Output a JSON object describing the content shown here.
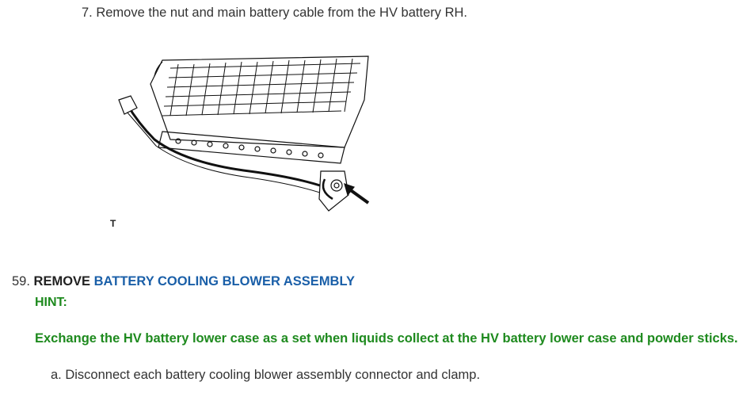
{
  "step7": {
    "text": "7. Remove the nut and main battery cable from the HV battery RH."
  },
  "figure": {
    "label": "T"
  },
  "section": {
    "number": "59.",
    "verb": "REMOVE",
    "link_text": "BATTERY COOLING BLOWER ASSEMBLY",
    "hint_label": "HINT:",
    "hint_text": "Exchange the HV battery lower case as a set when liquids collect at the HV battery lower case and powder sticks."
  },
  "step_a": {
    "text": "a. Disconnect each battery cooling blower assembly connector and clamp."
  },
  "colors": {
    "link": "#1a5fa8",
    "hint": "#1e8a1e",
    "text": "#333333"
  }
}
